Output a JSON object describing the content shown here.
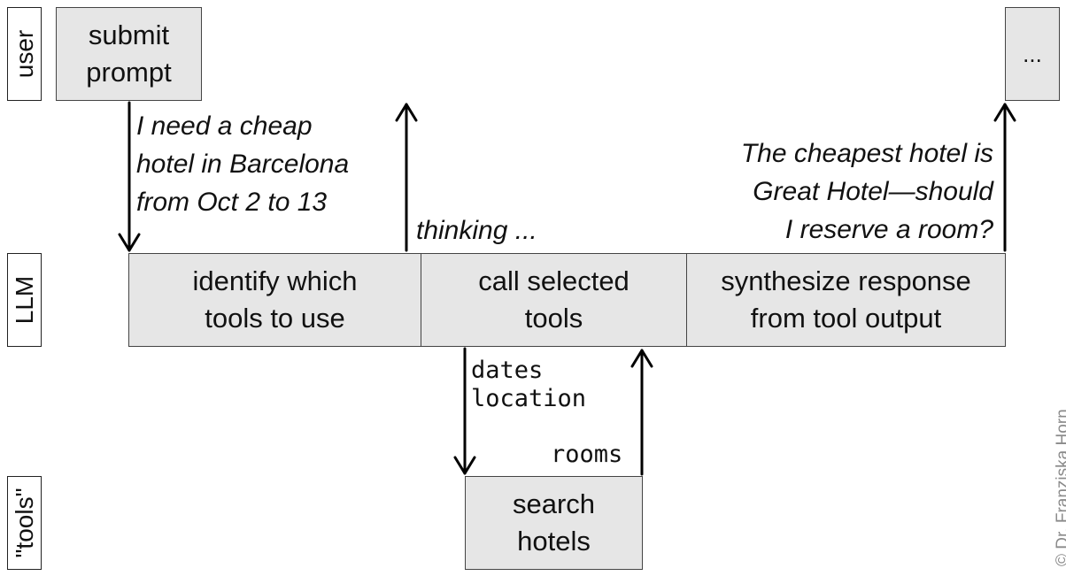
{
  "lanes": {
    "user": "user",
    "llm": "LLM",
    "tools": "\"tools\""
  },
  "boxes": {
    "submit_prompt": [
      "submit",
      "prompt"
    ],
    "ellipsis": "...",
    "identify_tools": [
      "identify which",
      "tools to use"
    ],
    "call_tools": [
      "call selected",
      "tools"
    ],
    "synthesize": [
      "synthesize response",
      "from tool output"
    ],
    "search_hotels": [
      "search",
      "hotels"
    ]
  },
  "notes": {
    "prompt_text": [
      "I need a cheap",
      "hotel in Barcelona",
      "from Oct 2 to 13"
    ],
    "thinking": "thinking ...",
    "response": [
      "The cheapest hotel is",
      "Great Hotel—should",
      "I reserve a room?"
    ]
  },
  "tool_io": {
    "inputs": [
      "dates",
      "location"
    ],
    "output": "rooms"
  },
  "copyright": "© Dr. Franziska Horn"
}
